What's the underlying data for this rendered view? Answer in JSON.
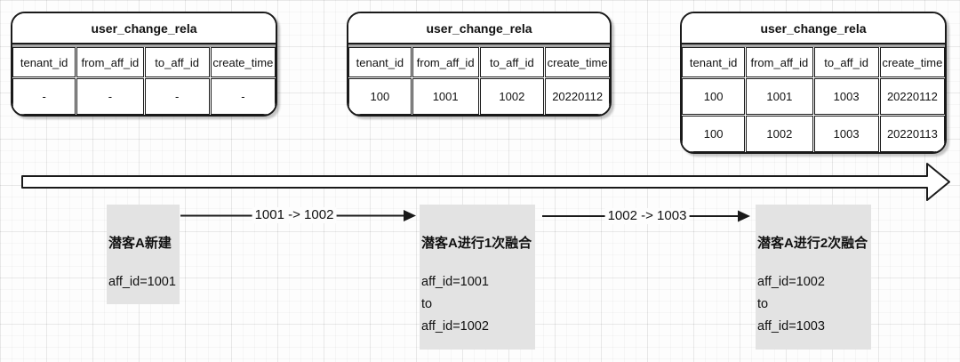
{
  "tables": [
    {
      "title": "user_change_rela",
      "columns": [
        "tenant_id",
        "from_aff_id",
        "to_aff_id",
        "create_time"
      ],
      "rows": [
        [
          "-",
          "-",
          "-",
          "-"
        ]
      ]
    },
    {
      "title": "user_change_rela",
      "columns": [
        "tenant_id",
        "from_aff_id",
        "to_aff_id",
        "create_time"
      ],
      "rows": [
        [
          "100",
          "1001",
          "1002",
          "20220112"
        ]
      ]
    },
    {
      "title": "user_change_rela",
      "columns": [
        "tenant_id",
        "from_aff_id",
        "to_aff_id",
        "create_time"
      ],
      "rows": [
        [
          "100",
          "1001",
          "1003",
          "20220112"
        ],
        [
          "100",
          "1002",
          "1003",
          "20220113"
        ]
      ]
    }
  ],
  "stages": [
    {
      "title": "潜客A新建",
      "lines": [
        "aff_id=1001"
      ]
    },
    {
      "title": "潜客A进行1次融合",
      "lines": [
        "aff_id=1001",
        "to",
        "aff_id=1002"
      ]
    },
    {
      "title": "潜客A进行2次融合",
      "lines": [
        "aff_id=1002",
        "to",
        "aff_id=1003"
      ]
    }
  ],
  "transitions": [
    {
      "label": "1001 -> 1002"
    },
    {
      "label": "1002 -> 1003"
    }
  ],
  "colors": {
    "stroke": "#1a1a1a",
    "stage_box_fill": "#e3e3e3",
    "table_fill": "#ffffff"
  }
}
